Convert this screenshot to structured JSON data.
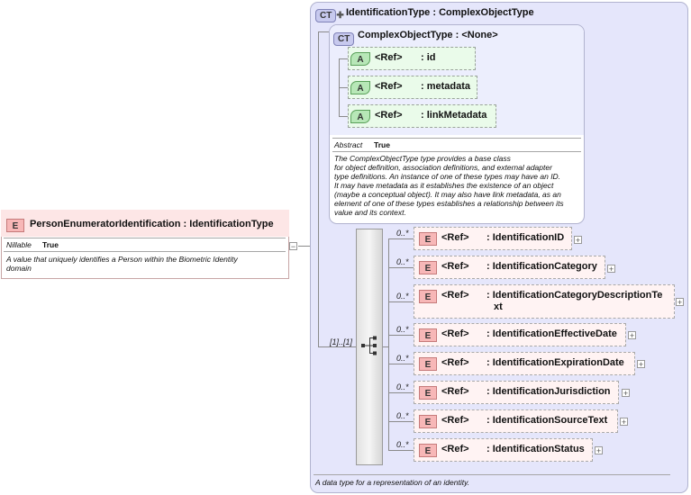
{
  "root": {
    "badge": "E",
    "title": "PersonEnumeratorIdentification",
    "type": ": IdentificationType",
    "nillable_label": "Nillable",
    "nillable_value": "True",
    "doc": [
      "A value that uniquely identifies a Person within the Biometric Identity",
      "domain"
    ],
    "collapse_symbol": "−"
  },
  "outer": {
    "badge": "CT",
    "title": "IdentificationType",
    "type": ": ComplexObjectType",
    "doc": "A data type for a representation of an identity."
  },
  "inner": {
    "badge": "CT",
    "title": "ComplexObjectType",
    "type": ": <None>",
    "abstract_label": "Abstract",
    "abstract_value": "True",
    "doc": [
      "The ComplexObjectType type provides a base class",
      "for object definition, association definitions, and external adapter",
      "type definitions. An instance of one of these types may have an ID.",
      "It may have metadata as it establishes the existence of an object",
      "(maybe a conceptual object). It may also have link metadata, as an",
      "element of one of these types establishes a relationship between its",
      "value and its context."
    ],
    "attributes": [
      {
        "badge": "A",
        "ref": "<Ref>",
        "name": ": id"
      },
      {
        "badge": "A",
        "ref": "<Ref>",
        "name": ": metadata"
      },
      {
        "badge": "A",
        "ref": "<Ref>",
        "name": ": linkMetadata"
      }
    ]
  },
  "sequence": {
    "occurrence": "[1]..[1]",
    "icon": "sequence-icon"
  },
  "elements": [
    {
      "badge": "E",
      "ref": "<Ref>",
      "name": ": IdentificationID",
      "occ": "0..*",
      "plus": "+"
    },
    {
      "badge": "E",
      "ref": "<Ref>",
      "name": ": IdentificationCategory",
      "occ": "0..*",
      "plus": "+"
    },
    {
      "badge": "E",
      "ref": "<Ref>",
      "name": ": IdentificationCategoryDescriptionTe",
      "name2": "xt",
      "occ": "0..*",
      "plus": "+"
    },
    {
      "badge": "E",
      "ref": "<Ref>",
      "name": ": IdentificationEffectiveDate",
      "occ": "0..*",
      "plus": "+"
    },
    {
      "badge": "E",
      "ref": "<Ref>",
      "name": ": IdentificationExpirationDate",
      "occ": "0..*",
      "plus": "+"
    },
    {
      "badge": "E",
      "ref": "<Ref>",
      "name": ": IdentificationJurisdiction",
      "occ": "0..*",
      "plus": "+"
    },
    {
      "badge": "E",
      "ref": "<Ref>",
      "name": ": IdentificationSourceText",
      "occ": "0..*",
      "plus": "+"
    },
    {
      "badge": "E",
      "ref": "<Ref>",
      "name": ": IdentificationStatus",
      "occ": "0..*",
      "plus": "+"
    }
  ]
}
